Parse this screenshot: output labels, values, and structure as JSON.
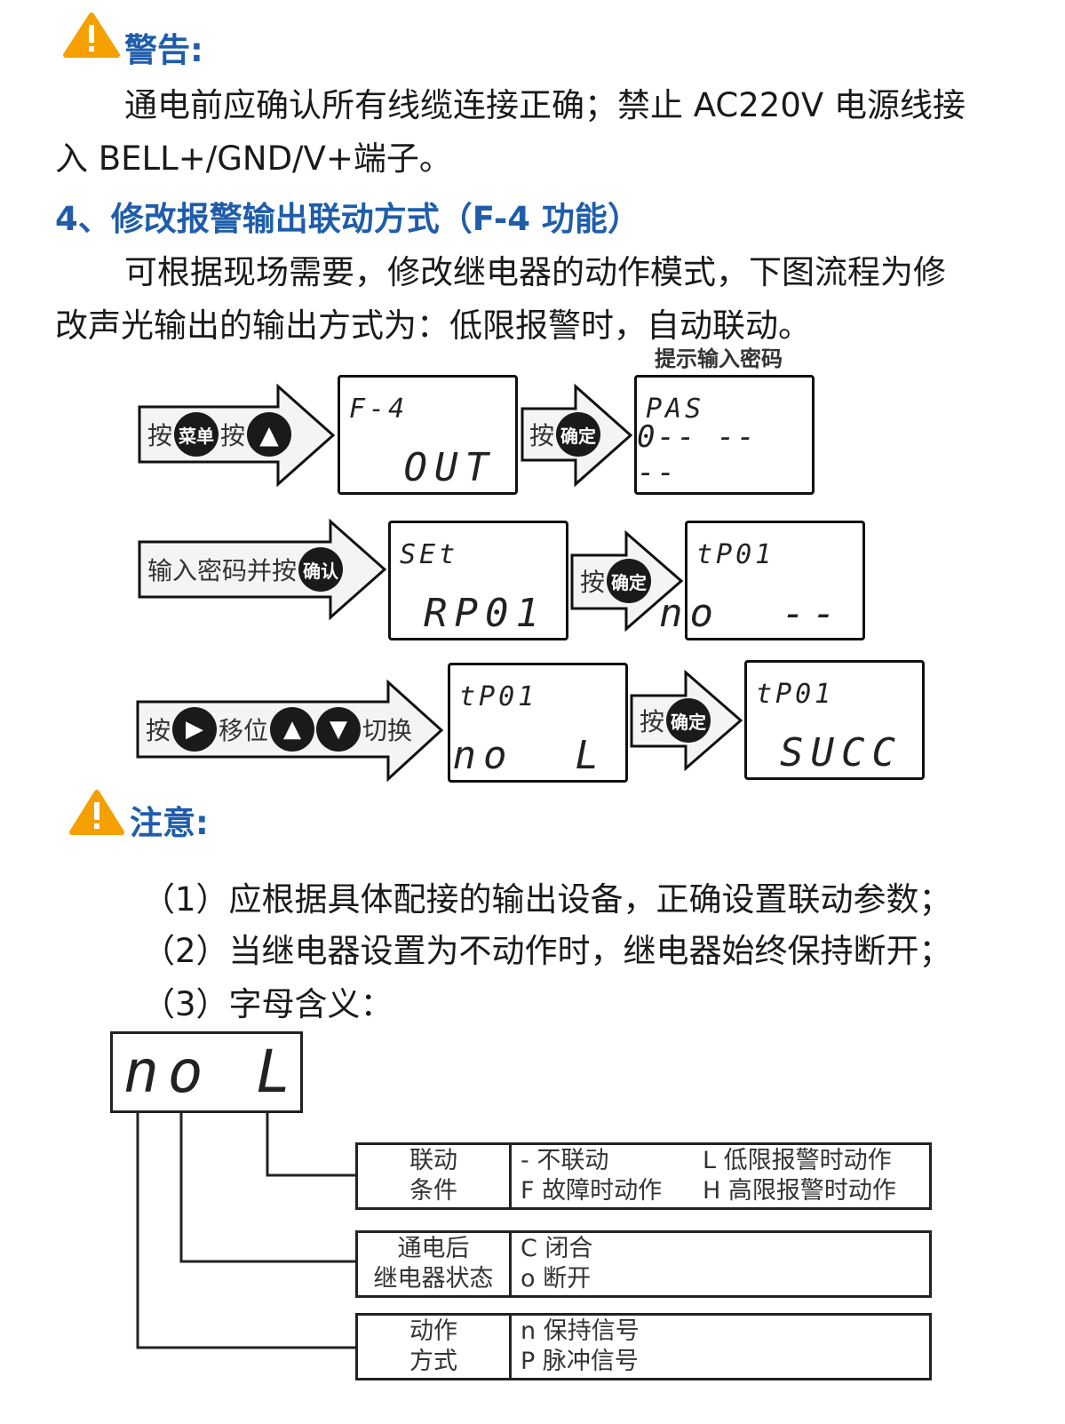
{
  "warning": {
    "title": "警告:",
    "text_line1": "通电前应确认所有线缆连接正确；禁止 AC220V 电源线接",
    "text_line2": "入 BELL+/GND/V+端子。"
  },
  "section": {
    "heading": "4、修改报警输出联动方式（F-4 功能）",
    "para_line1": "可根据现场需要，修改继电器的动作模式，下图流程为修",
    "para_line2": "改声光输出的输出方式为：低限报警时，自动联动。"
  },
  "flow": {
    "hint": "提示输入密码",
    "step1": {
      "press1": "按",
      "menu": "菜单",
      "press2": "按",
      "up": "▲"
    },
    "screen1": {
      "top": "F-4",
      "bottom": "OUT"
    },
    "step2": {
      "press": "按",
      "confirm": "确定"
    },
    "screen2": {
      "top": "PAS",
      "bottom": "0-- -- --"
    },
    "step3": {
      "text": "输入密码并按",
      "confirm": "确认"
    },
    "screen3": {
      "top": "SEt",
      "bottom": "RP01"
    },
    "step4": {
      "press": "按",
      "confirm": "确定"
    },
    "screen4": {
      "top": "tP01",
      "bottom": "no  --"
    },
    "step5": {
      "press": "按",
      "right": "▶",
      "move": "移位",
      "up": "▲",
      "down": "▼",
      "switch": "切换"
    },
    "screen5": {
      "top": "tP01",
      "bottom": "no  L"
    },
    "step6": {
      "press": "按",
      "confirm": "确定"
    },
    "screen6": {
      "top": "tP01",
      "bottom": "SUCC"
    }
  },
  "notes": {
    "title": "注意:",
    "items": [
      "（1）应根据具体配接的输出设备，正确设置联动参数；",
      "（2）当继电器设置为不动作时，继电器始终保持断开；",
      "（3）字母含义："
    ]
  },
  "legend": {
    "display": "no L",
    "rows": [
      {
        "key1": "联动",
        "key2": "条件",
        "vals": [
          "- 不联动",
          "L 低限报警时动作",
          "F 故障时动作",
          "H 高限报警时动作"
        ]
      },
      {
        "key1": "通电后",
        "key2": "继电器状态",
        "vals": [
          "C 闭合",
          "",
          "o 断开",
          ""
        ]
      },
      {
        "key1": "动作",
        "key2": "方式",
        "vals": [
          "n 保持信号",
          "",
          "P 脉冲信号",
          ""
        ]
      }
    ]
  },
  "colors": {
    "heading": "#1f5dab",
    "warning": "#f5a000"
  }
}
